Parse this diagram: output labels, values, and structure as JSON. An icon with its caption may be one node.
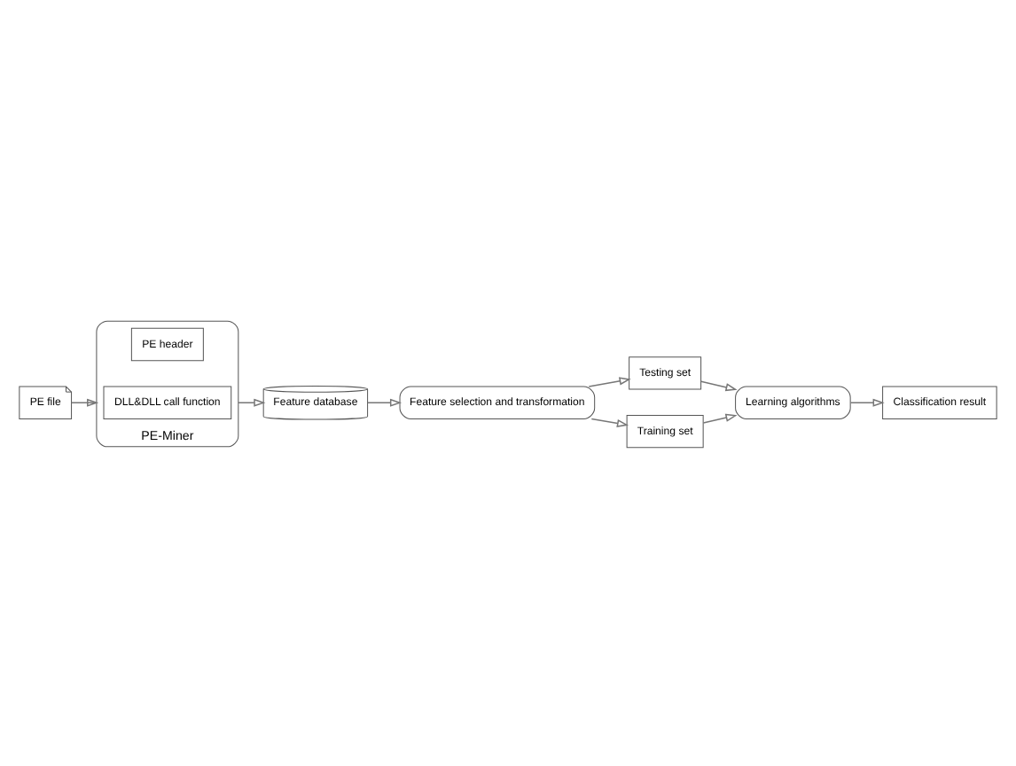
{
  "diagram": {
    "nodes": [
      {
        "text": [
          "PE file"
        ]
      },
      {
        "text": [
          "PE-Miner"
        ]
      },
      {
        "text": [
          "PE header"
        ],
        "in": 1
      },
      {
        "text": [
          "DLL&DLL call function"
        ],
        "in": 1
      },
      {
        "text": [
          "Feature database"
        ]
      },
      {
        "text": [
          "Feature selection and transformation"
        ]
      },
      {
        "text": [
          "Testing set"
        ]
      },
      {
        "text": [
          "Training set"
        ]
      },
      {
        "text": [
          "Learning algorithms"
        ]
      },
      {
        "text": [
          "Classification result"
        ]
      }
    ],
    "edges": [
      {
        "from": 0,
        "to": 1,
        "arrow": "to"
      },
      {
        "from": 1,
        "to": 4,
        "arrow": "to"
      },
      {
        "from": 4,
        "to": 5,
        "arrow": "to"
      },
      {
        "from": 5,
        "to": 6,
        "arrow": "to"
      },
      {
        "from": 5,
        "to": 7,
        "arrow": "to"
      },
      {
        "from": 6,
        "to": 8,
        "arrow": "to"
      },
      {
        "from": 7,
        "to": 8,
        "arrow": "to"
      },
      {
        "from": 8,
        "to": 9,
        "arrow": "to"
      }
    ]
  }
}
